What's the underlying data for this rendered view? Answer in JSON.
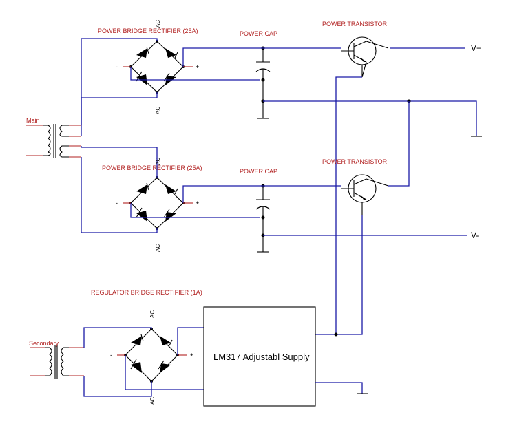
{
  "labels": {
    "bridge_top": "POWER BRIDGE RECTIFIER (25A)",
    "bridge_mid": "POWER BRIDGE RECTIFIER (25A)",
    "bridge_reg": "REGULATOR BRIDGE RECTIFIER (1A)",
    "cap_top": "POWER CAP",
    "cap_mid": "POWER CAP",
    "transistor_top": "POWER TRANSISTOR",
    "transistor_mid": "POWER TRANSISTOR",
    "main_transformer": "Main",
    "secondary_transformer": "Secondary",
    "out_positive": "V+",
    "out_negative": "V-",
    "regulator_box": "LM317 Adjustabl Supply",
    "ac": "AC",
    "plus": "+",
    "minus": "-"
  },
  "colors": {
    "wire": "#1a1aa6",
    "component_label": "#b22222",
    "component": "#000000"
  }
}
